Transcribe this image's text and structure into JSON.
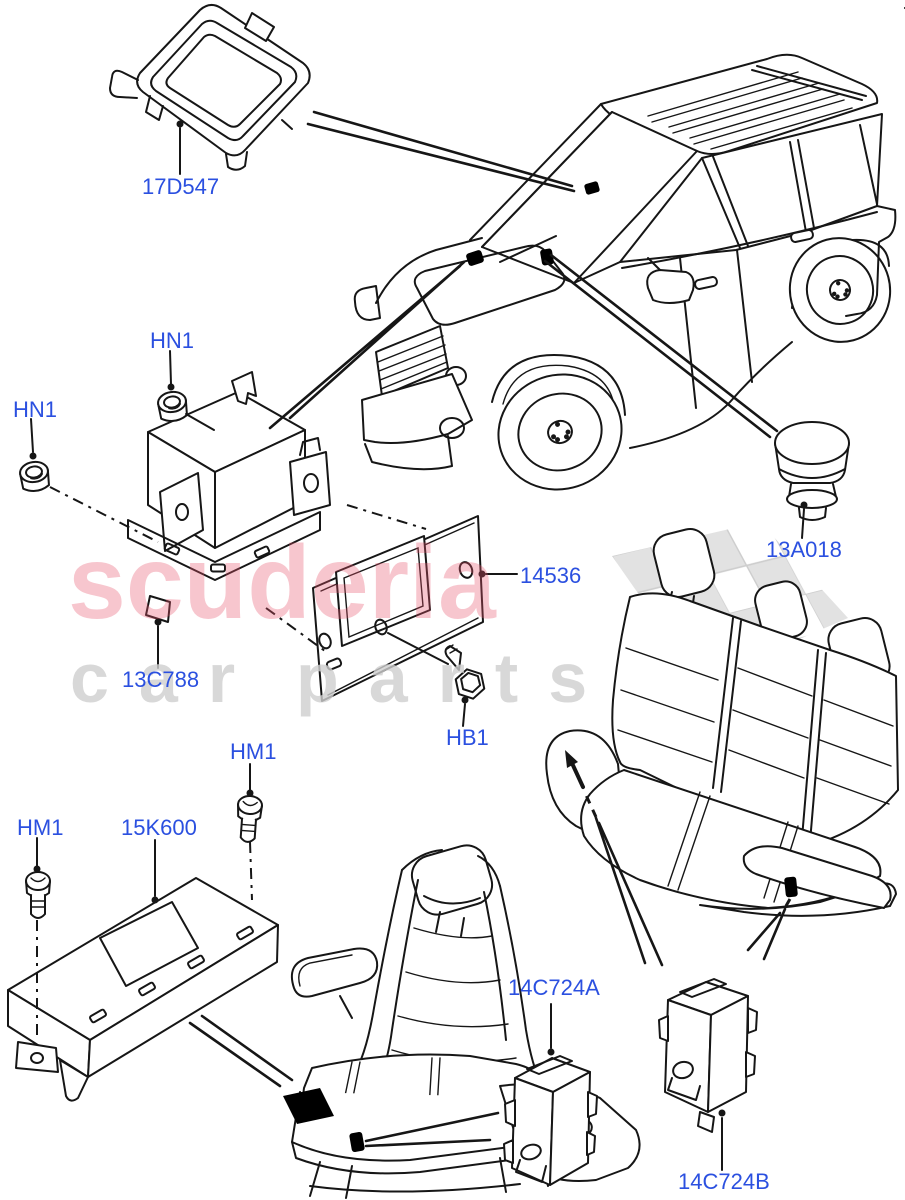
{
  "watermark": {
    "brand": "scuderia",
    "subtitle_word1": "car",
    "subtitle_word2": "parts"
  },
  "labels": {
    "rain_sensor": "17D547",
    "nut_upper": "HN1",
    "nut_left": "HN1",
    "control_module": "13C788",
    "bracket": "14536",
    "bolt": "HB1",
    "sunload_sensor": "13A018",
    "screw_right": "HM1",
    "screw_left": "HM1",
    "seat_module": "15K600",
    "occupancy_module_a": "14C724A",
    "occupancy_module_b": "14C724B"
  },
  "colors": {
    "label_blue": "#2b50e0",
    "line_black": "#161616",
    "marker_black": "#000000",
    "watermark_pink": "#e8556d",
    "watermark_gray": "#cfcfcf",
    "flag_gray": "#dfdfdf"
  }
}
